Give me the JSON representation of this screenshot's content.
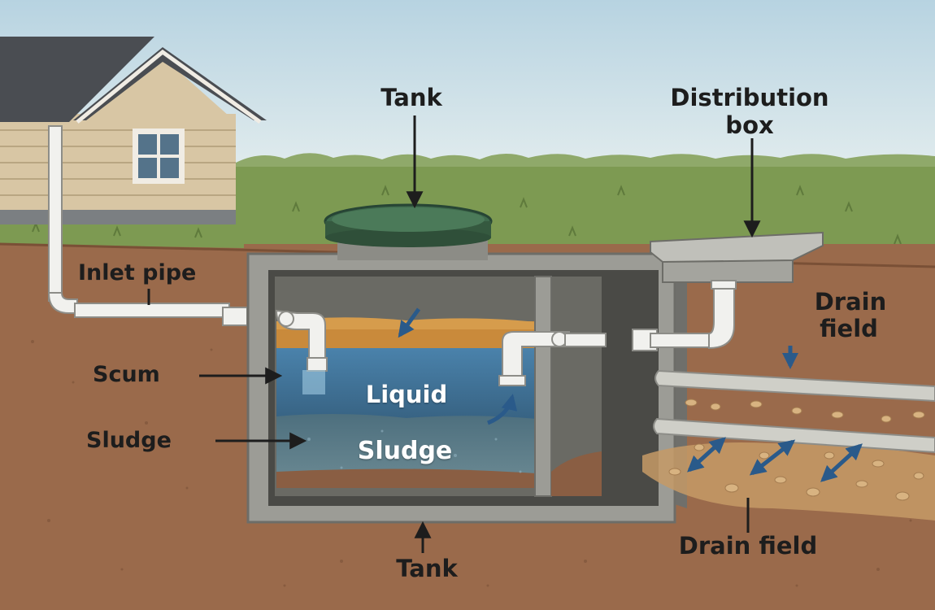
{
  "labels": {
    "tank_top": "Tank",
    "distribution_box_line1": "Distribution",
    "distribution_box_line2": "box",
    "inlet_pipe": "Inlet pipe",
    "drain_field_right_line1": "Drain",
    "drain_field_right_line2": "field",
    "scum": "Scum",
    "liquid": "Liquid",
    "sludge_left": "Sludge",
    "sludge_inside": "Sludge",
    "drain_field_bottom": "Drain field",
    "tank_bottom": "Tank"
  },
  "icons": [
    "house-icon",
    "arrow-icon",
    "pipe-icon",
    "gravel-icon"
  ],
  "colors": {
    "sky": "#cfe2ea",
    "grass": "#7d9a52",
    "soil": "#9a6a4b",
    "concrete": "#9c9c96",
    "liquid": "#3e6f92",
    "scum": "#c98a3b",
    "sludge": "#5e7f8c",
    "lid": "#3f6a4d",
    "pipe": "#f1f1ee",
    "arrow": "#2a5a8a"
  }
}
